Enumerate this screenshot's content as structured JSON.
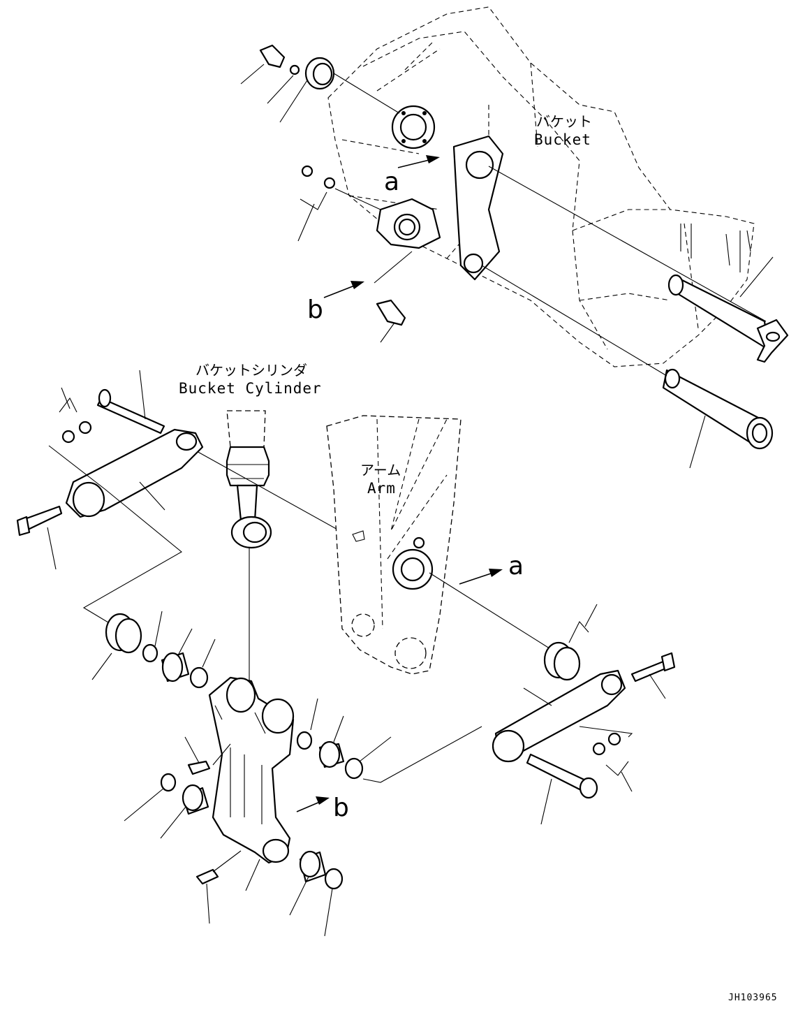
{
  "labels": {
    "bucket_jp": "バケット",
    "bucket_en": "Bucket",
    "cylinder_jp": "バケットシリンダ",
    "cylinder_en": "Bucket Cylinder",
    "arm_jp": "アーム",
    "arm_en": "Arm",
    "ref_a_top": "a",
    "ref_b_top": "b",
    "ref_a_arm": "a",
    "ref_b_link": "b",
    "drawing_code": "JH103965"
  }
}
